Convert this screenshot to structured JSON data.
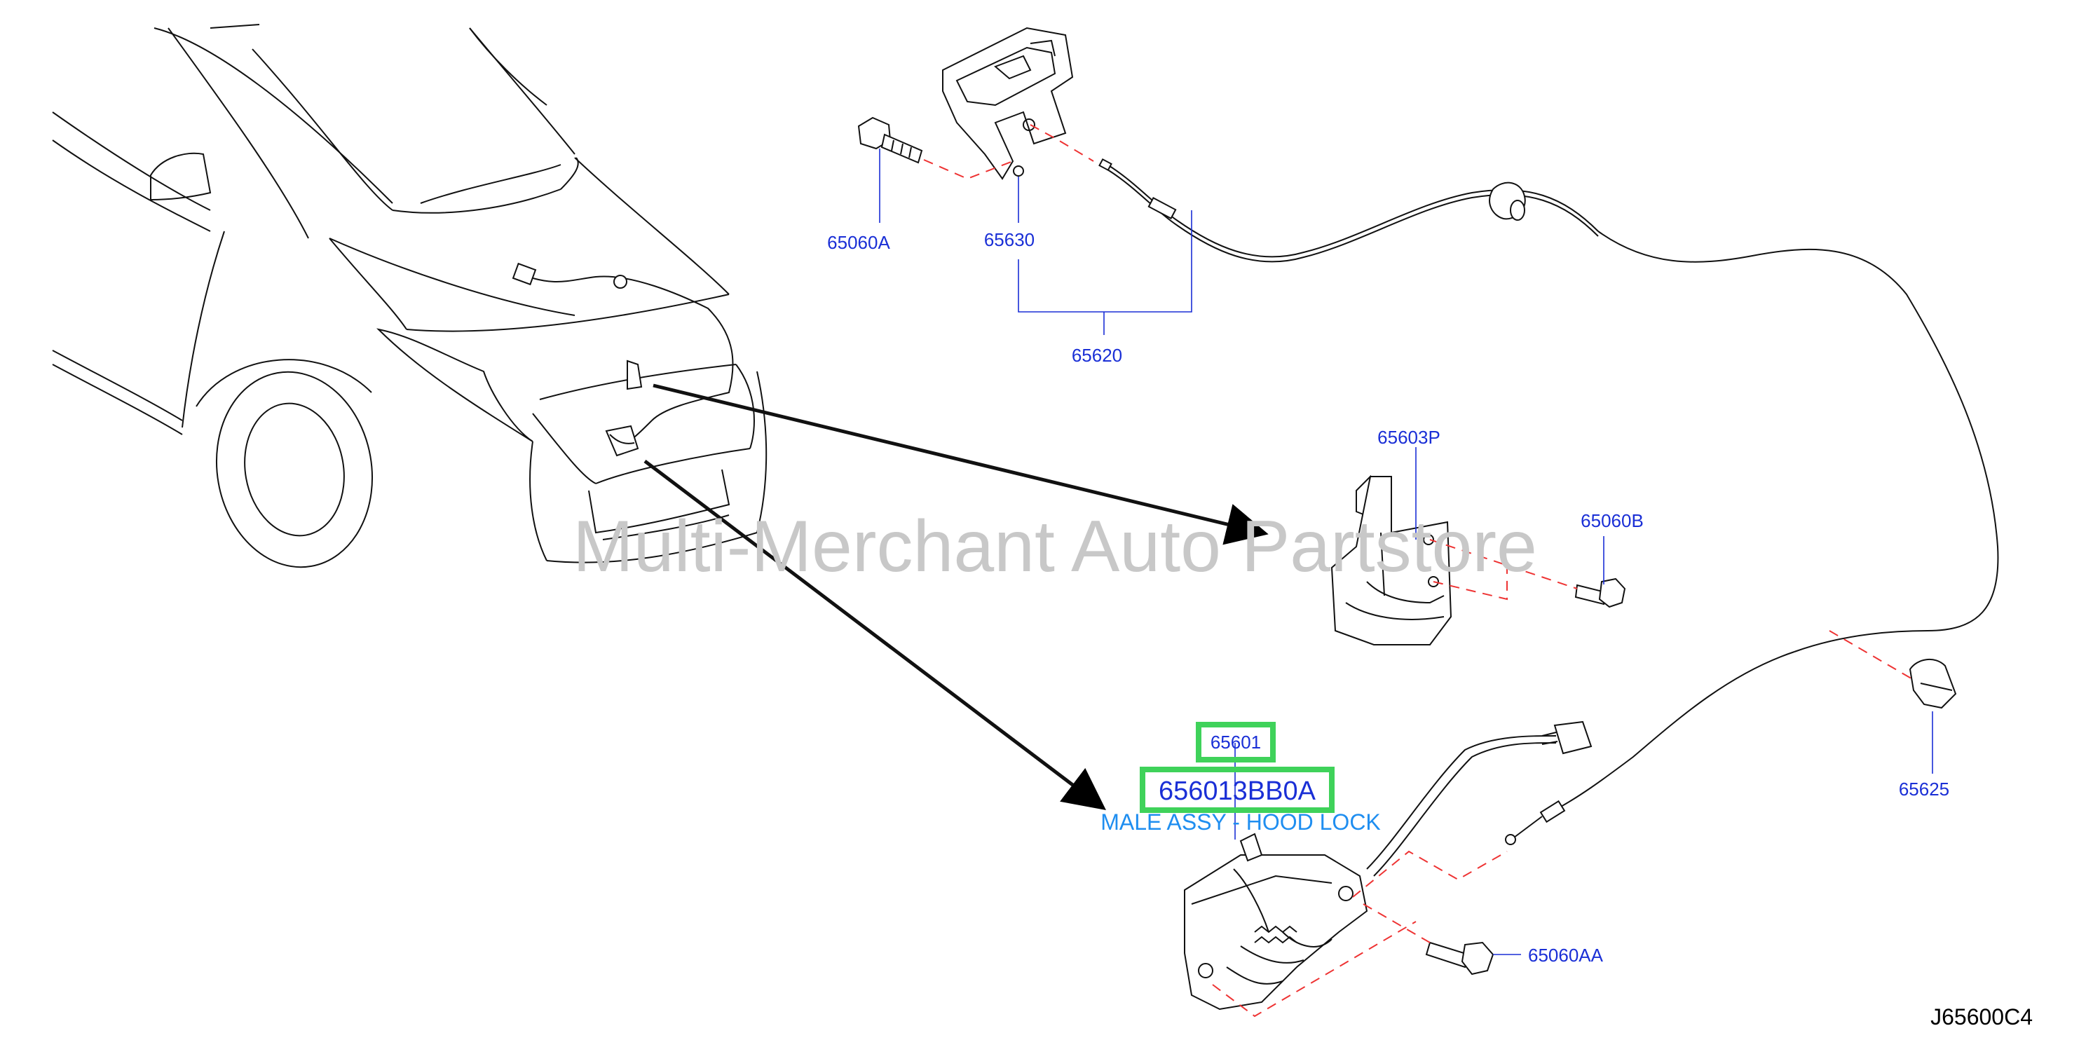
{
  "watermark": "Multi-Merchant Auto Partstore",
  "diagram_code": "J65600C4",
  "parts": {
    "p65060A": "65060A",
    "p65630": "65630",
    "p65620": "65620",
    "p65603P": "65603P",
    "p65060B": "65060B",
    "p65625": "65625",
    "p65060AA": "65060AA",
    "p65601": "65601"
  },
  "highlight": {
    "part_number": "656013BB0A",
    "description": "MALE ASSY - HOOD LOCK",
    "color": "#3fd25a"
  },
  "colors": {
    "label": "#1a2fd6",
    "description": "#1f8ef0",
    "dash": "#ee3333"
  }
}
